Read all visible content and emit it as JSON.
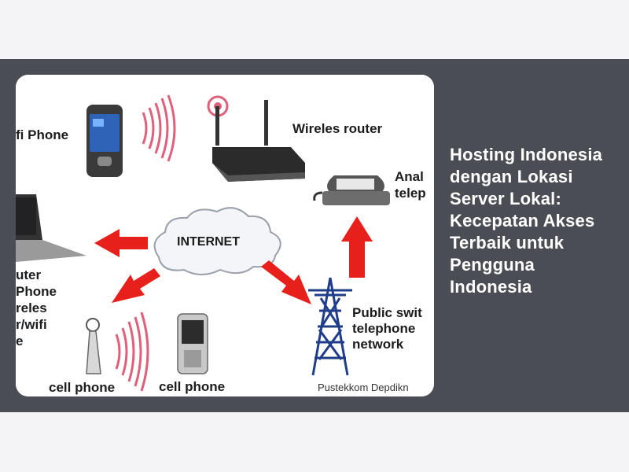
{
  "article": {
    "title": "Hosting Indonesia dengan Lokasi Server Lokal: Kecepatan Akses Terbaik untuk Pengguna Indonesia"
  },
  "diagram": {
    "labels": {
      "wifi_phone": "fi Phone",
      "wireless_router": "Wireles router",
      "analog_phone_1": "Anal",
      "analog_phone_2": "telep",
      "internet": "INTERNET",
      "computer_1": "uter",
      "computer_2": "Phone",
      "computer_3": "reles",
      "computer_4": "r/wifi",
      "computer_5": "e",
      "pstn_1": "Public swit",
      "pstn_2": "telephone",
      "pstn_3": "network",
      "cell_phone_tower": "cell phone",
      "cell_phone_handset": "cell phone",
      "credit": "Pustekkom Depdikn"
    }
  },
  "colors": {
    "hero_background": "#4a4d54",
    "page_background": "#f4f4f6",
    "arrow_red": "#e8201c",
    "signal_pink": "#e0607a"
  }
}
